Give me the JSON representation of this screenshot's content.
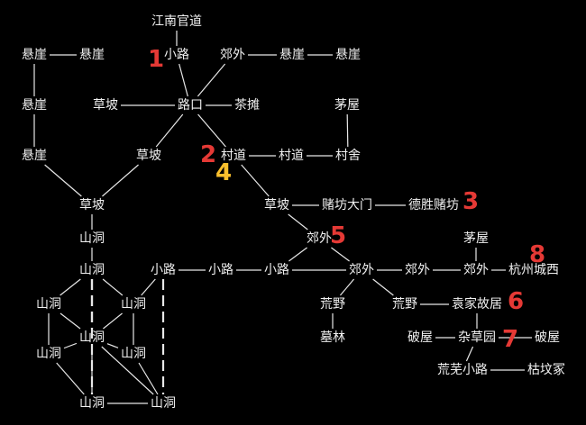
{
  "nodes": [
    {
      "id": "n1",
      "label": "江南官道"
    },
    {
      "id": "n2",
      "label": "悬崖"
    },
    {
      "id": "n3",
      "label": "悬崖"
    },
    {
      "id": "n4",
      "label": "小路"
    },
    {
      "id": "n5",
      "label": "郊外"
    },
    {
      "id": "n6",
      "label": "悬崖"
    },
    {
      "id": "n7",
      "label": "悬崖"
    },
    {
      "id": "n8",
      "label": "悬崖"
    },
    {
      "id": "n9",
      "label": "草坡"
    },
    {
      "id": "n10",
      "label": "路口"
    },
    {
      "id": "n11",
      "label": "茶摊"
    },
    {
      "id": "n12",
      "label": "茅屋"
    },
    {
      "id": "n13",
      "label": "悬崖"
    },
    {
      "id": "n14",
      "label": "草坡"
    },
    {
      "id": "n15",
      "label": "村道"
    },
    {
      "id": "n16",
      "label": "村道"
    },
    {
      "id": "n17",
      "label": "村舍"
    },
    {
      "id": "n18",
      "label": "草坡"
    },
    {
      "id": "n19",
      "label": "草坡"
    },
    {
      "id": "n20",
      "label": "赌坊大门"
    },
    {
      "id": "n21",
      "label": "德胜赌坊"
    },
    {
      "id": "n22",
      "label": "山洞"
    },
    {
      "id": "n23",
      "label": "郊外"
    },
    {
      "id": "n24",
      "label": "茅屋"
    },
    {
      "id": "n25",
      "label": "山洞"
    },
    {
      "id": "n26",
      "label": "小路"
    },
    {
      "id": "n27",
      "label": "小路"
    },
    {
      "id": "n28",
      "label": "小路"
    },
    {
      "id": "n29",
      "label": "郊外"
    },
    {
      "id": "n30",
      "label": "郊外"
    },
    {
      "id": "n31",
      "label": "郊外"
    },
    {
      "id": "n32",
      "label": "杭州城西"
    },
    {
      "id": "n33",
      "label": "山洞"
    },
    {
      "id": "n34",
      "label": "山洞"
    },
    {
      "id": "n35",
      "label": "荒野"
    },
    {
      "id": "n36",
      "label": "荒野"
    },
    {
      "id": "n37",
      "label": "袁家故居"
    },
    {
      "id": "n38",
      "label": "山洞"
    },
    {
      "id": "n39",
      "label": "墓林"
    },
    {
      "id": "n40",
      "label": "破屋"
    },
    {
      "id": "n41",
      "label": "杂草园"
    },
    {
      "id": "n42",
      "label": "破屋"
    },
    {
      "id": "n43",
      "label": "山洞"
    },
    {
      "id": "n44",
      "label": "山洞"
    },
    {
      "id": "n45",
      "label": "荒芜小路"
    },
    {
      "id": "n46",
      "label": "枯坟冢"
    },
    {
      "id": "n47",
      "label": "山洞"
    },
    {
      "id": "n48",
      "label": "山洞"
    }
  ],
  "edges": [
    {
      "from": "n1",
      "to": "n4",
      "style": "solid"
    },
    {
      "from": "n4",
      "to": "n10",
      "style": "solid"
    },
    {
      "from": "n2",
      "to": "n3",
      "style": "solid"
    },
    {
      "from": "n5",
      "to": "n6",
      "style": "solid"
    },
    {
      "from": "n6",
      "to": "n7",
      "style": "solid"
    },
    {
      "from": "n5",
      "to": "n10",
      "style": "solid"
    },
    {
      "from": "n2",
      "to": "n8",
      "style": "solid"
    },
    {
      "from": "n8",
      "to": "n13",
      "style": "solid"
    },
    {
      "from": "n9",
      "to": "n10",
      "style": "solid"
    },
    {
      "from": "n10",
      "to": "n11",
      "style": "solid"
    },
    {
      "from": "n10",
      "to": "n14",
      "style": "solid"
    },
    {
      "from": "n10",
      "to": "n15",
      "style": "solid"
    },
    {
      "from": "n12",
      "to": "n17",
      "style": "solid"
    },
    {
      "from": "n15",
      "to": "n16",
      "style": "solid"
    },
    {
      "from": "n16",
      "to": "n17",
      "style": "solid"
    },
    {
      "from": "n14",
      "to": "n18",
      "style": "solid"
    },
    {
      "from": "n13",
      "to": "n18",
      "style": "solid"
    },
    {
      "from": "n15",
      "to": "n19",
      "style": "solid"
    },
    {
      "from": "n18",
      "to": "n22",
      "style": "solid"
    },
    {
      "from": "n19",
      "to": "n20",
      "style": "solid"
    },
    {
      "from": "n20",
      "to": "n21",
      "style": "solid"
    },
    {
      "from": "n19",
      "to": "n23",
      "style": "solid"
    },
    {
      "from": "n22",
      "to": "n25",
      "style": "solid"
    },
    {
      "from": "n23",
      "to": "n29",
      "style": "solid"
    },
    {
      "from": "n23",
      "to": "n28",
      "style": "solid"
    },
    {
      "from": "n24",
      "to": "n31",
      "style": "solid"
    },
    {
      "from": "n26",
      "to": "n27",
      "style": "solid"
    },
    {
      "from": "n27",
      "to": "n28",
      "style": "solid"
    },
    {
      "from": "n28",
      "to": "n29",
      "style": "solid"
    },
    {
      "from": "n29",
      "to": "n30",
      "style": "solid"
    },
    {
      "from": "n30",
      "to": "n31",
      "style": "solid"
    },
    {
      "from": "n31",
      "to": "n32",
      "style": "solid"
    },
    {
      "from": "n29",
      "to": "n35",
      "style": "solid"
    },
    {
      "from": "n29",
      "to": "n36",
      "style": "solid"
    },
    {
      "from": "n25",
      "to": "n33",
      "style": "solid"
    },
    {
      "from": "n25",
      "to": "n34",
      "style": "solid"
    },
    {
      "from": "n25",
      "to": "n38",
      "style": "dashed"
    },
    {
      "from": "n25",
      "to": "n47",
      "style": "dashed"
    },
    {
      "from": "n26",
      "to": "n34",
      "style": "solid"
    },
    {
      "from": "n26",
      "to": "n48",
      "style": "dashed"
    },
    {
      "from": "n36",
      "to": "n37",
      "style": "solid"
    },
    {
      "from": "n35",
      "to": "n39",
      "style": "solid"
    },
    {
      "from": "n37",
      "to": "n41",
      "style": "solid"
    },
    {
      "from": "n40",
      "to": "n41",
      "style": "solid"
    },
    {
      "from": "n41",
      "to": "n42",
      "style": "solid"
    },
    {
      "from": "n41",
      "to": "n45",
      "style": "solid"
    },
    {
      "from": "n45",
      "to": "n46",
      "style": "solid"
    },
    {
      "from": "n33",
      "to": "n43",
      "style": "solid"
    },
    {
      "from": "n33",
      "to": "n38",
      "style": "solid"
    },
    {
      "from": "n34",
      "to": "n38",
      "style": "solid"
    },
    {
      "from": "n34",
      "to": "n44",
      "style": "solid"
    },
    {
      "from": "n38",
      "to": "n43",
      "style": "solid"
    },
    {
      "from": "n38",
      "to": "n44",
      "style": "solid"
    },
    {
      "from": "n43",
      "to": "n47",
      "style": "solid"
    },
    {
      "from": "n38",
      "to": "n47",
      "style": "solid"
    },
    {
      "from": "n38",
      "to": "n48",
      "style": "solid"
    },
    {
      "from": "n44",
      "to": "n48",
      "style": "solid"
    },
    {
      "from": "n47",
      "to": "n48",
      "style": "solid"
    }
  ],
  "markers": [
    {
      "id": "m1",
      "label": "1",
      "color": "#e53935"
    },
    {
      "id": "m2",
      "label": "2",
      "color": "#e53935"
    },
    {
      "id": "m3",
      "label": "3",
      "color": "#e53935"
    },
    {
      "id": "m4",
      "label": "4",
      "color": "#fbc02d"
    },
    {
      "id": "m5",
      "label": "5",
      "color": "#e53935"
    },
    {
      "id": "m6",
      "label": "6",
      "color": "#e53935"
    },
    {
      "id": "m7",
      "label": "7",
      "color": "#e53935"
    },
    {
      "id": "m8",
      "label": "8",
      "color": "#e53935"
    }
  ],
  "colors": {
    "background": "#000000",
    "text": "#f0f0f0",
    "line": "#e8e8e8"
  }
}
